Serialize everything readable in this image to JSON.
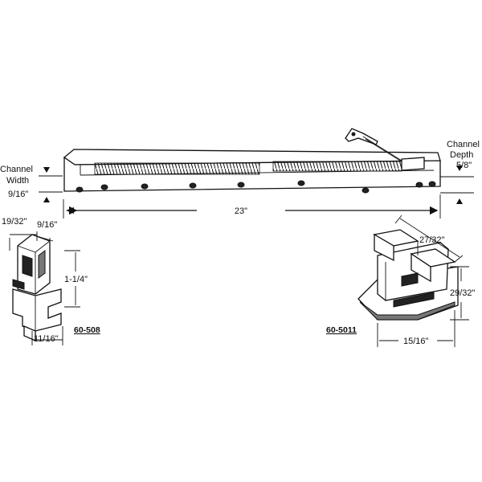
{
  "labels": {
    "channel_width_line1": "Channel",
    "channel_width_line2": "Width",
    "channel_width_value": "9/16\"",
    "channel_depth_line1": "Channel",
    "channel_depth_line2": "Depth",
    "channel_depth_value": "5/8\"",
    "length": "23\"",
    "left_part_width_top": "19/32\"",
    "left_part_width_top2": "9/16\"",
    "left_part_height": "1-1/4\"",
    "left_part_width_bottom": "11/16\"",
    "left_part_number": "60-508",
    "right_part_top": "27/32\"",
    "right_part_height": "29/32\"",
    "right_part_width": "15/16\"",
    "right_part_number": "60-5011"
  }
}
